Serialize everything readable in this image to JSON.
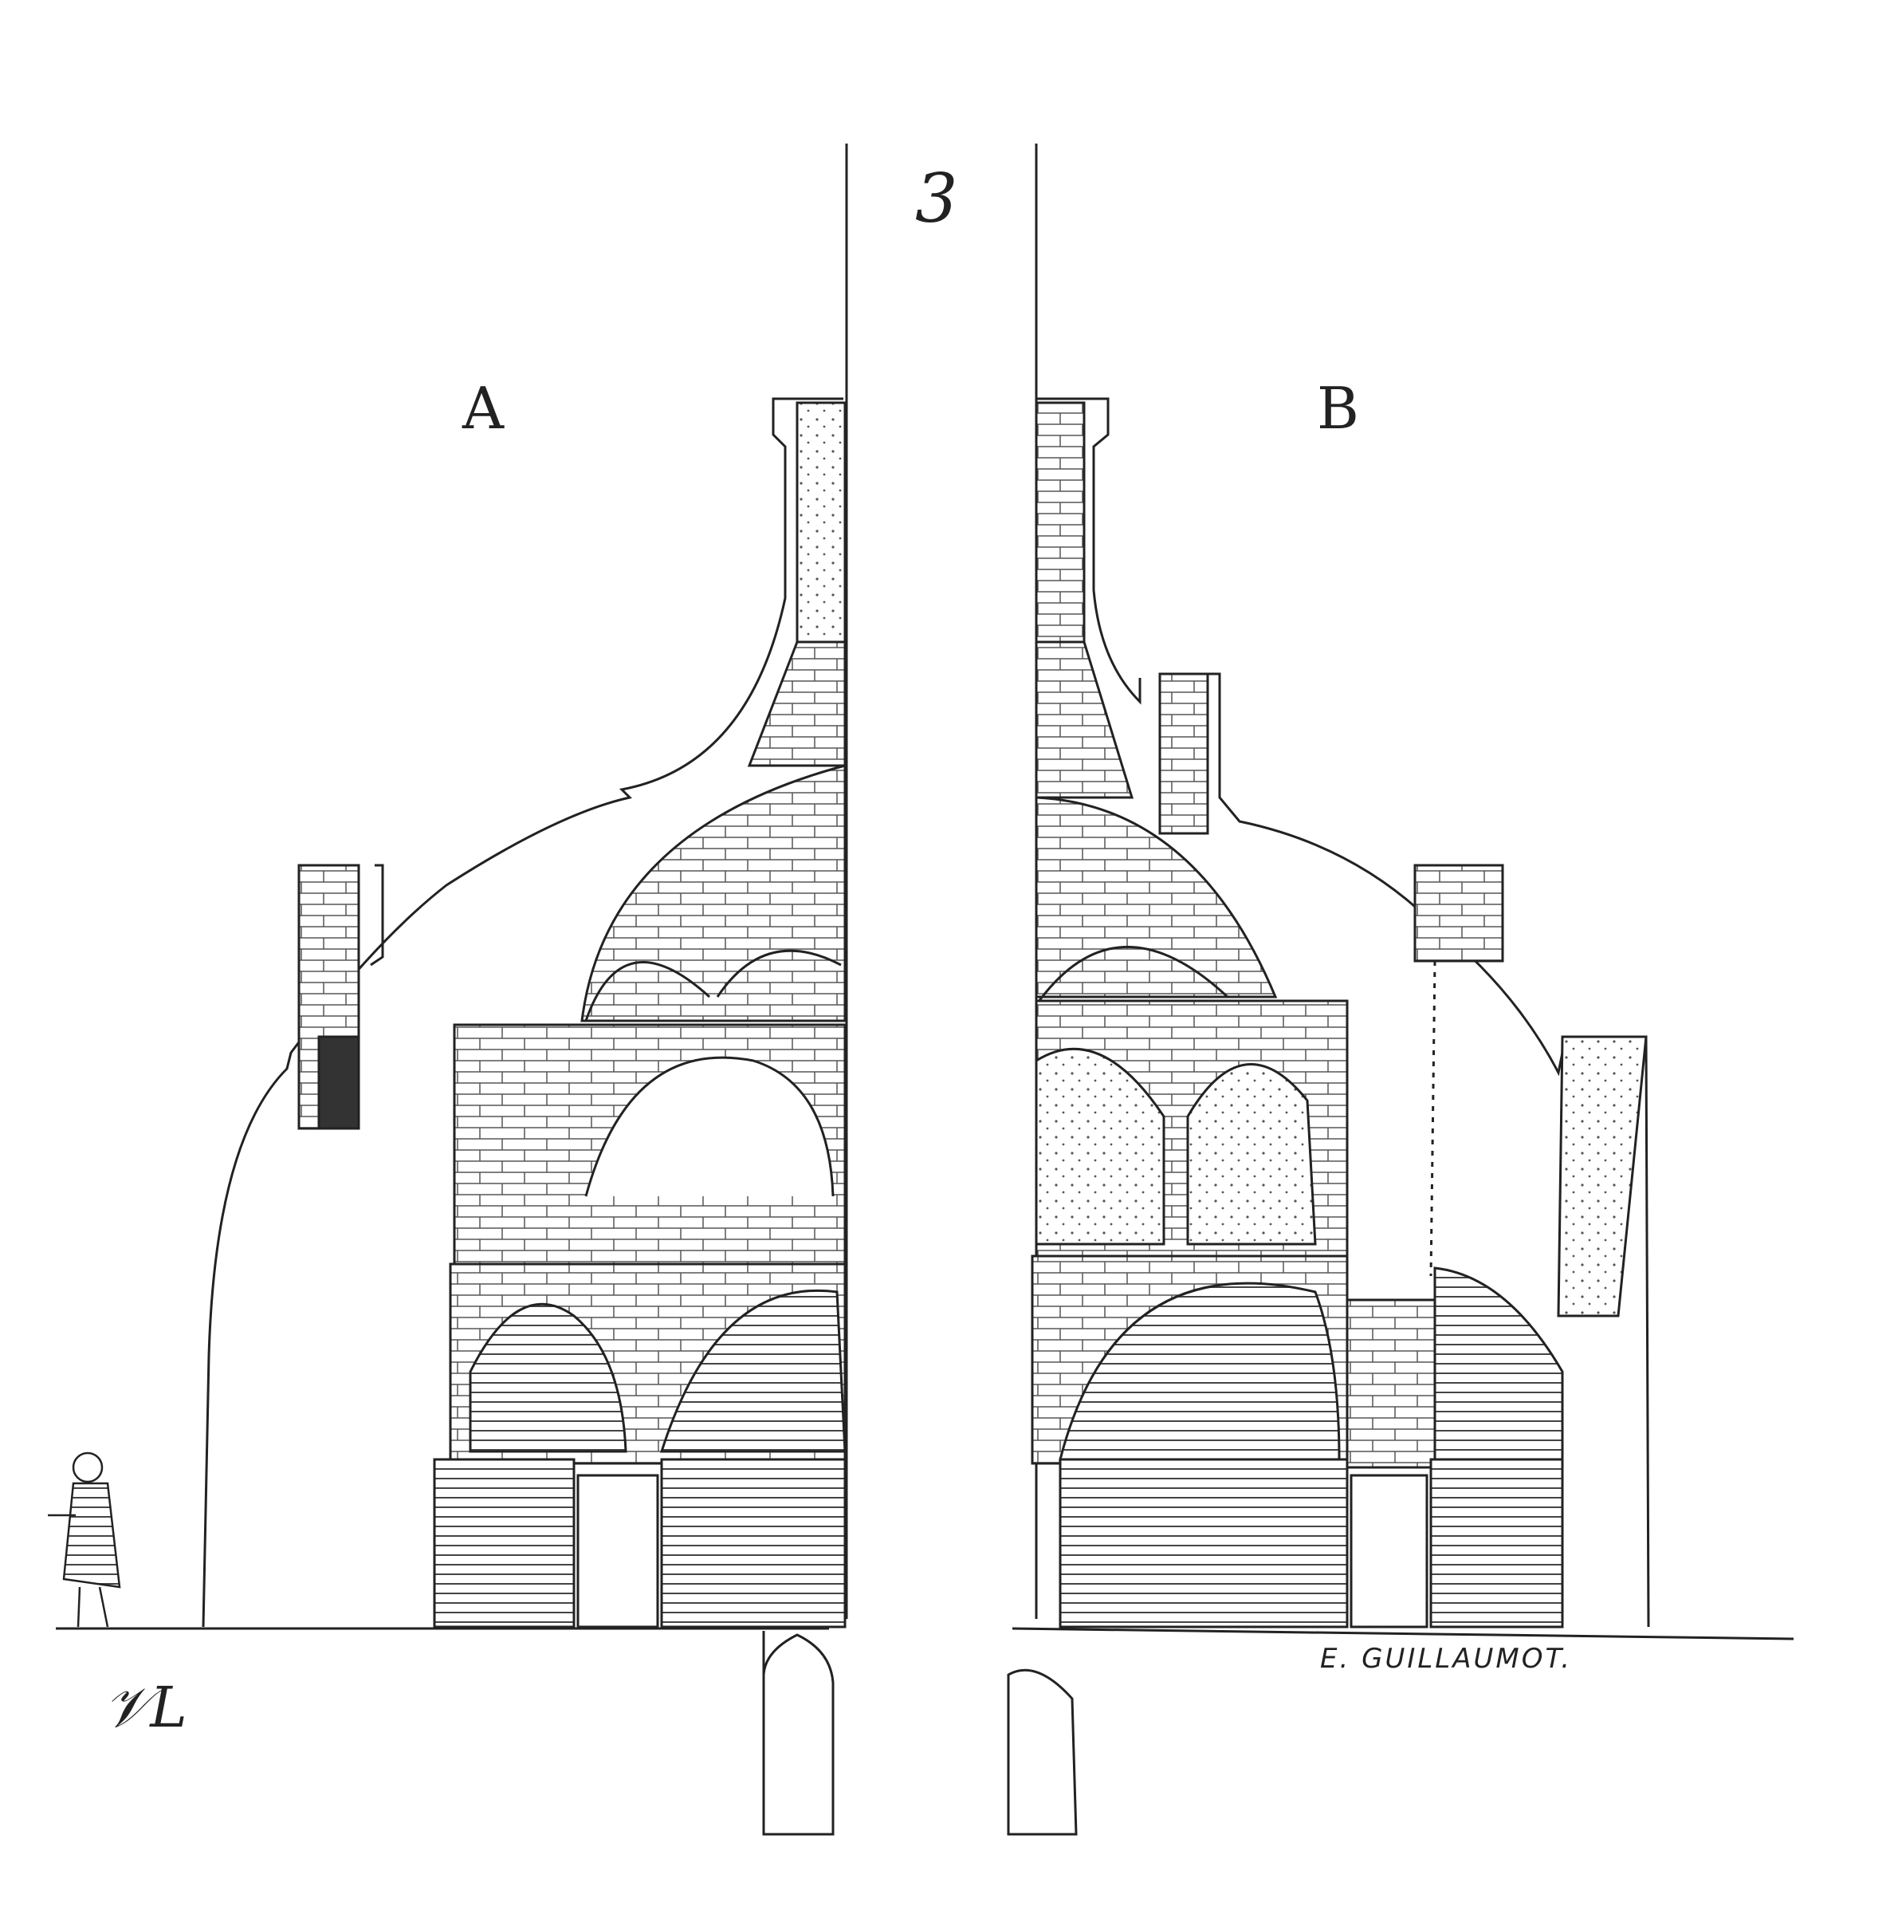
{
  "figure_number": "3",
  "sections": {
    "a": "A",
    "b": "B"
  },
  "signature": "E. GUILLAUMOT.",
  "monogram": "𝒱L",
  "colors": {
    "ink": "#222222",
    "paper": "#ffffff",
    "shade": "#d8d8d8"
  }
}
